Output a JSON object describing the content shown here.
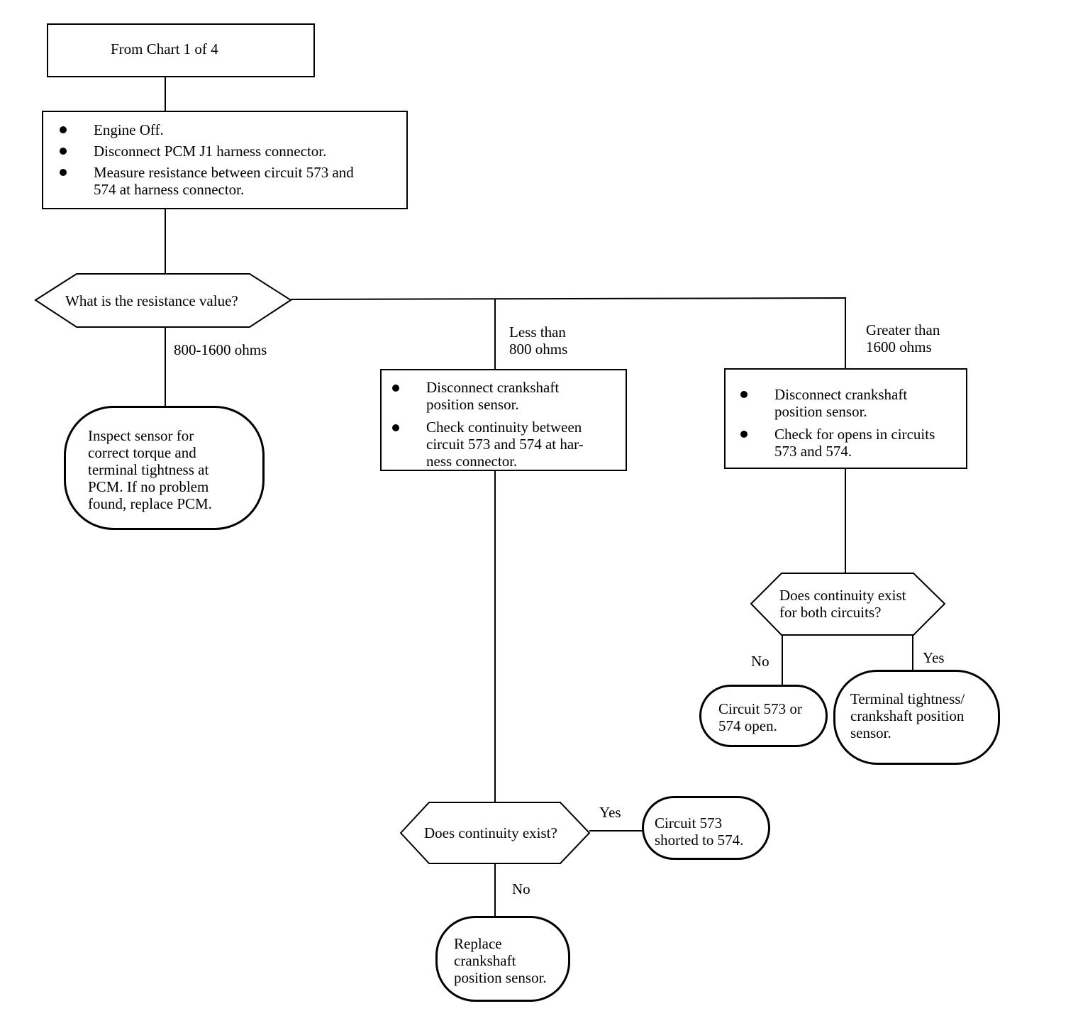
{
  "start": {
    "text": "From Chart 1 of 4"
  },
  "step1": {
    "bullets": [
      "Engine Off.",
      "Disconnect PCM J1 harness connector.",
      "Measure resistance between circuit 573 and\n574 at harness connector."
    ]
  },
  "decision1": {
    "text": "What is the resistance value?"
  },
  "branch_labels": {
    "mid": "800-1600 ohms",
    "less": "Less than\n800 ohms",
    "greater": "Greater than\n1600 ohms"
  },
  "result_mid": {
    "text": "Inspect sensor for\ncorrect torque and\nterminal tightness at\nPCM. If no problem\nfound, replace PCM."
  },
  "step_less": {
    "bullets": [
      "Disconnect crankshaft\nposition sensor.",
      "Check continuity between\ncircuit 573 and 574 at har-\nness connector."
    ]
  },
  "step_greater": {
    "bullets": [
      "Disconnect crankshaft\nposition sensor.",
      "Check for opens in circuits\n573 and 574."
    ]
  },
  "decision_greater": {
    "text": "Does continuity exist\nfor both circuits?"
  },
  "greater_no_label": "No",
  "greater_yes_label": "Yes",
  "result_greater_no": {
    "text": "Circuit 573 or\n574 open."
  },
  "result_greater_yes": {
    "text": "Terminal tightness/\ncrankshaft position\nsensor."
  },
  "decision_less": {
    "text": "Does continuity exist?"
  },
  "less_yes_label": "Yes",
  "less_no_label": "No",
  "result_less_yes": {
    "text": "Circuit 573\nshorted to 574."
  },
  "result_less_no": {
    "text": "Replace\ncrankshaft\nposition sensor."
  }
}
